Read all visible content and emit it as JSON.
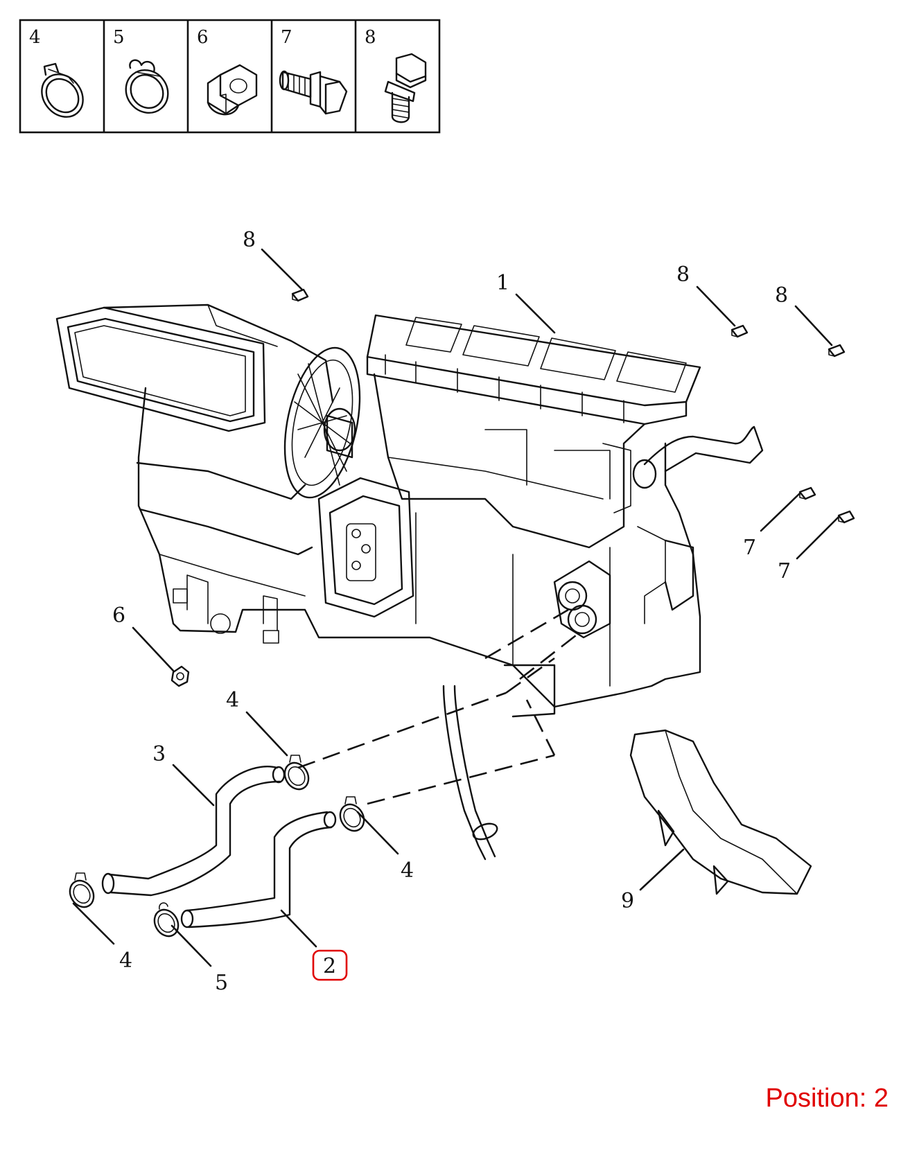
{
  "legend_cells": [
    "4",
    "5",
    "6",
    "7",
    "8"
  ],
  "callouts": {
    "c1": "1",
    "c2": "2",
    "c3": "3",
    "c4a": "4",
    "c4b": "4",
    "c4c": "4",
    "c5": "5",
    "c6": "6",
    "c7a": "7",
    "c7b": "7",
    "c8a": "8",
    "c8b": "8",
    "c8c": "8",
    "c9": "9"
  },
  "position_label": "Position: 2",
  "colors": {
    "line": "#111111",
    "highlight": "#e00000"
  }
}
